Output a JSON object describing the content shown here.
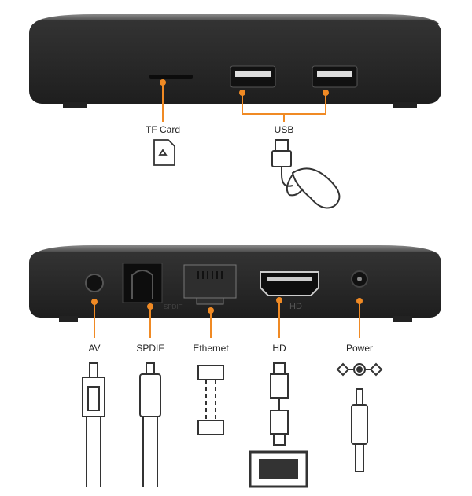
{
  "colors": {
    "accent": "#f08a24",
    "device": "#2b2b2b"
  },
  "top_ports": [
    {
      "label": "TF Card",
      "icon": "sd-card-icon"
    },
    {
      "label": "USB",
      "icon": "usb-plug-mouse-icon"
    }
  ],
  "rear_ports": [
    {
      "label": "AV",
      "icon": "av-cable-icon"
    },
    {
      "label": "SPDIF",
      "icon": "optical-cable-icon"
    },
    {
      "label": "Ethernet",
      "icon": "ethernet-cable-icon"
    },
    {
      "label": "HD",
      "icon": "hdmi-cable-icon"
    },
    {
      "label": "Power",
      "icon": "power-plug-icon"
    }
  ],
  "device_markings": {
    "hd": "HD",
    "spdif": "SPDIF"
  }
}
